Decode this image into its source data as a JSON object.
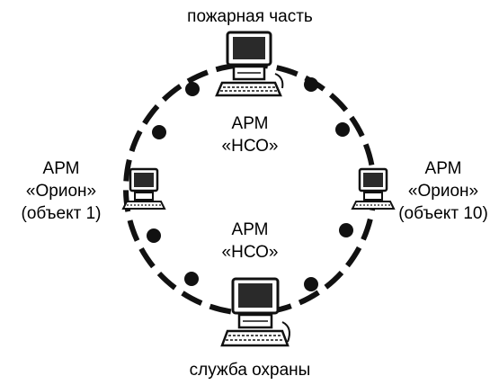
{
  "diagram": {
    "top_station": {
      "caption": "пожарная часть",
      "arm_line1": "АРМ",
      "arm_line2": "«НСО»"
    },
    "bottom_station": {
      "caption": "служба охраны",
      "arm_line1": "АРМ",
      "arm_line2": "«НСО»"
    },
    "left_station": {
      "line1": "АРМ",
      "line2": "«Орион»",
      "line3": "(объект 1)"
    },
    "right_station": {
      "line1": "АРМ",
      "line2": "«Орион»",
      "line3": "(объект 10)"
    },
    "colors": {
      "ink": "#111111",
      "screen": "#2a2a2a",
      "background": "#ffffff"
    }
  }
}
